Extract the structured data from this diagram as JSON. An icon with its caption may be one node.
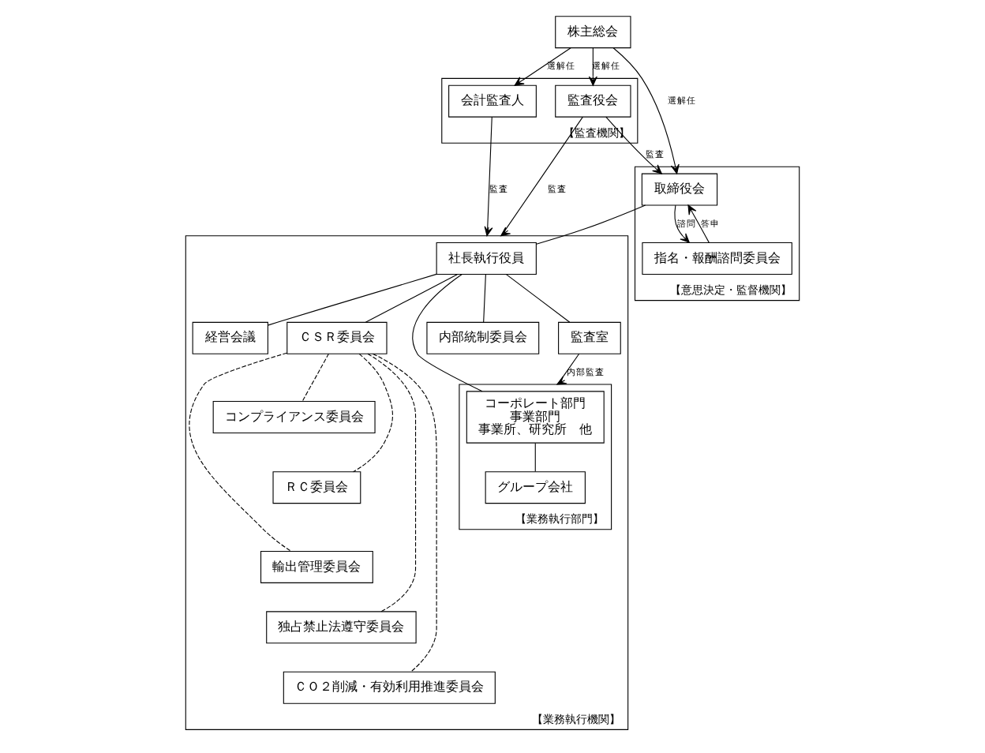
{
  "diagram": {
    "nodes": [
      {
        "text": [
          "株主総会"
        ]
      },
      {
        "text": [
          "【監査機関】"
        ]
      },
      {
        "text": [
          "会計監査人"
        ],
        "in": 1
      },
      {
        "text": [
          "監査役会"
        ],
        "in": 1
      },
      {
        "text": [
          "【意思決定・監督機関】"
        ]
      },
      {
        "text": [
          "取締役会"
        ],
        "in": 4
      },
      {
        "text": [
          "指名・報酬諮問委員会"
        ],
        "in": 4
      },
      {
        "text": [
          "【業務執行機関】"
        ]
      },
      {
        "text": [
          "社長執行役員"
        ],
        "in": 7
      },
      {
        "text": [
          "経営会議"
        ],
        "in": 7
      },
      {
        "text": [
          "ＣＳＲ委員会"
        ],
        "in": 7
      },
      {
        "text": [
          "監査室"
        ],
        "in": 7
      },
      {
        "text": [
          "内部統制委員会"
        ],
        "in": 7
      },
      {
        "text": [
          "【業務執行部門】"
        ],
        "in": 7
      },
      {
        "text": [
          "コーポレート部門",
          "事業部門",
          "事業所、研究所　他"
        ],
        "in": 13
      },
      {
        "text": [
          "グループ会社"
        ],
        "in": 13
      },
      {
        "text": [
          "コンプライアンス委員会"
        ],
        "in": 7
      },
      {
        "text": [
          "ＲＣ委員会"
        ],
        "in": 7
      },
      {
        "text": [
          "輸出管理委員会"
        ],
        "in": 7
      },
      {
        "text": [
          "独占禁止法遵守委員会"
        ],
        "in": 7
      },
      {
        "text": [
          "ＣＯ２削減・有効利用推進委員会"
        ],
        "in": 7
      }
    ],
    "edges": [
      {
        "from": 0,
        "to": 2,
        "arrow": "to",
        "label": "選解任"
      },
      {
        "from": 0,
        "to": 3,
        "arrow": "to",
        "label": "選解任"
      },
      {
        "from": 0,
        "to": 5,
        "arrow": "to",
        "label": "選解任"
      },
      {
        "from": 3,
        "to": 5,
        "arrow": "to",
        "label": "監査"
      },
      {
        "from": 5,
        "to": 6,
        "arrow": "to",
        "label": "諮問"
      },
      {
        "from": 6,
        "to": 5,
        "arrow": "to",
        "label": "答申"
      },
      {
        "from": 2,
        "to": 7,
        "arrow": "to",
        "label": "監査"
      },
      {
        "from": 3,
        "to": 7,
        "arrow": "to",
        "label": "監査"
      },
      {
        "from": 5,
        "to": 8,
        "arrow": "none"
      },
      {
        "from": 8,
        "to": 9,
        "arrow": "none"
      },
      {
        "from": 8,
        "to": 10,
        "arrow": "none"
      },
      {
        "from": 8,
        "to": 11,
        "arrow": "none"
      },
      {
        "from": 8,
        "to": 12,
        "arrow": "none"
      },
      {
        "from": 8,
        "to": 14,
        "arrow": "none"
      },
      {
        "from": 11,
        "to": 13,
        "arrow": "to",
        "label": "内部監査"
      },
      {
        "from": 14,
        "to": 15,
        "arrow": "none"
      },
      {
        "from": 10,
        "to": 16,
        "arrow": "none",
        "style": "dashed"
      },
      {
        "from": 10,
        "to": 17,
        "arrow": "none",
        "style": "dashed"
      },
      {
        "from": 10,
        "to": 18,
        "arrow": "none",
        "style": "dashed"
      },
      {
        "from": 10,
        "to": 19,
        "arrow": "none",
        "style": "dashed"
      },
      {
        "from": 10,
        "to": 20,
        "arrow": "none",
        "style": "dashed"
      }
    ]
  }
}
